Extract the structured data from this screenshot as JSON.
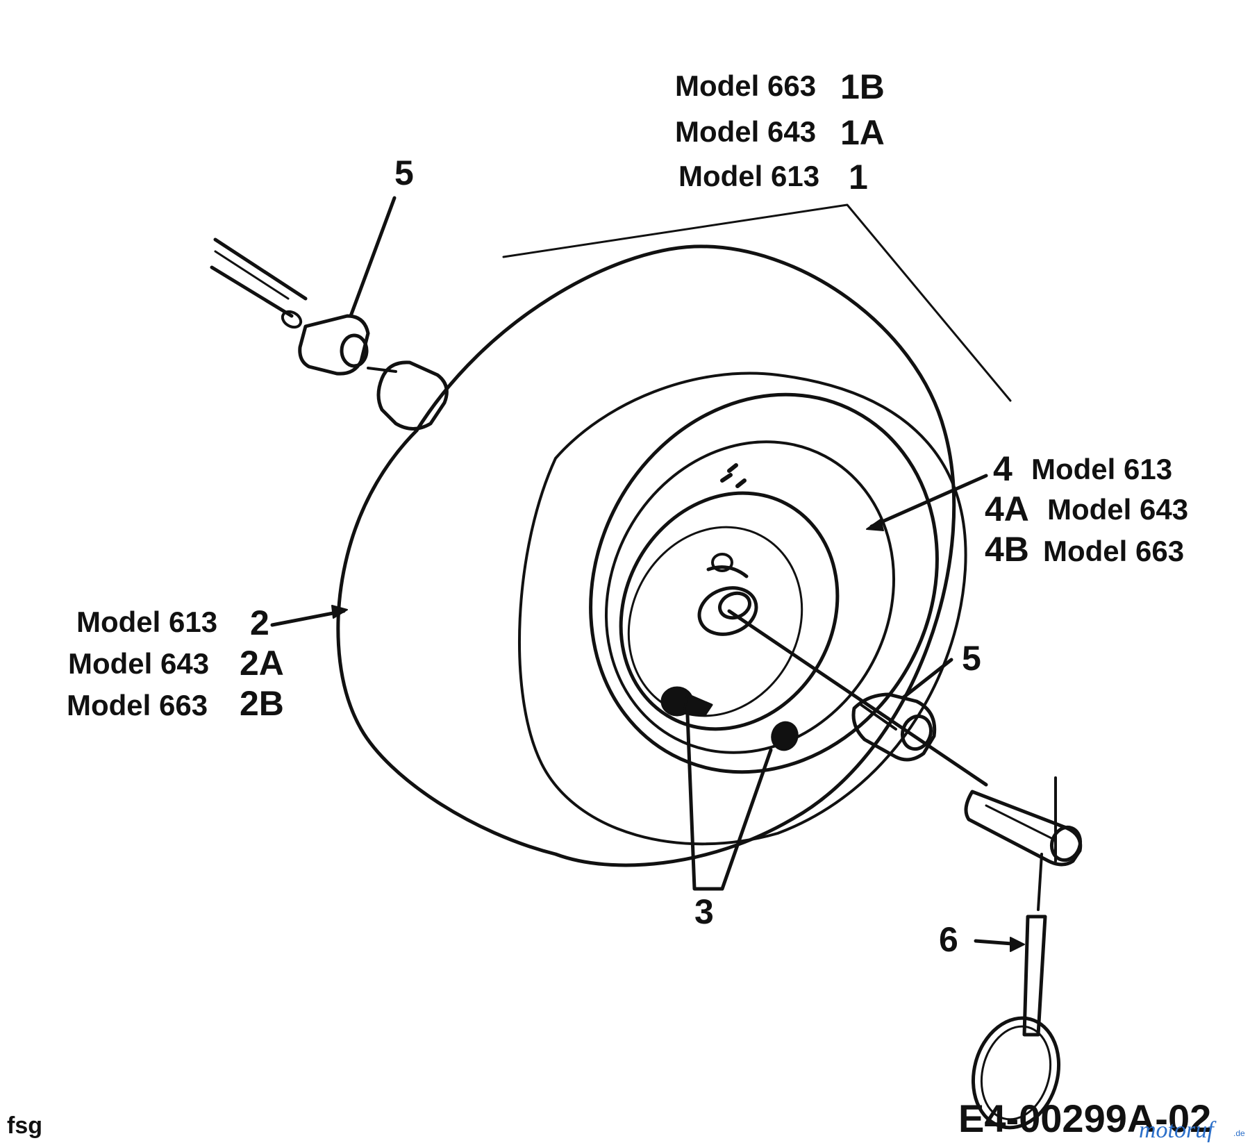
{
  "labels": {
    "top_group": [
      {
        "model": "Model 663",
        "ref": "1B"
      },
      {
        "model": "Model 643",
        "ref": "1A"
      },
      {
        "model": "Model 613",
        "ref": "1"
      }
    ],
    "left_group": [
      {
        "model": "Model 613",
        "ref": "2"
      },
      {
        "model": "Model 643",
        "ref": "2A"
      },
      {
        "model": "Model 663",
        "ref": "2B"
      }
    ],
    "right_group": [
      {
        "ref": "4",
        "model": "Model 613"
      },
      {
        "ref": "4A",
        "model": "Model 643"
      },
      {
        "ref": "4B",
        "model": "Model 663"
      }
    ],
    "callout_5_top": "5",
    "callout_5_right": "5",
    "callout_3": "3",
    "callout_6": "6"
  },
  "footer": {
    "left_code": "fsg",
    "drawing_number": "E4-00299A-02",
    "watermark": "motoruf",
    "watermark_suffix": ".de"
  }
}
